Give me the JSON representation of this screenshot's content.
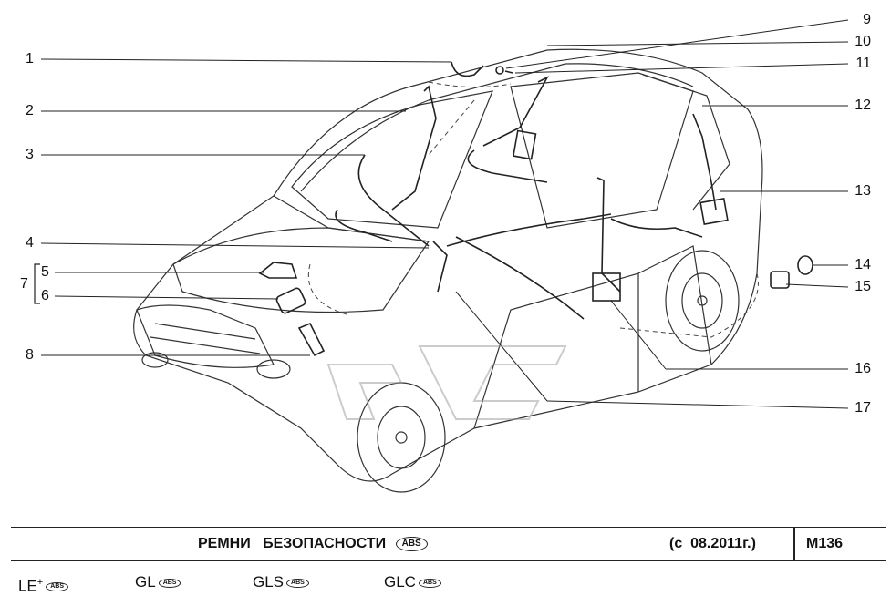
{
  "callouts": {
    "n1": "1",
    "n2": "2",
    "n3": "3",
    "n4": "4",
    "n5": "5",
    "n6": "6",
    "n7": "7",
    "n8": "8",
    "n9": "9",
    "n10": "10",
    "n11": "11",
    "n12": "12",
    "n13": "13",
    "n14": "14",
    "n15": "15",
    "n16": "16",
    "n17": "17"
  },
  "title_bar": {
    "title": "РЕМНИ   БЕЗОПАСНОСТИ",
    "abs_badge": "ABS",
    "date": "(с  08.2011г.)",
    "code": "М136"
  },
  "trims": [
    {
      "label": "LE",
      "suffix": "+",
      "badge": "ABS"
    },
    {
      "label": "GL",
      "badge": "ABS"
    },
    {
      "label": "GLS",
      "badge": "ABS"
    },
    {
      "label": "GLC",
      "badge": "ABS"
    }
  ]
}
